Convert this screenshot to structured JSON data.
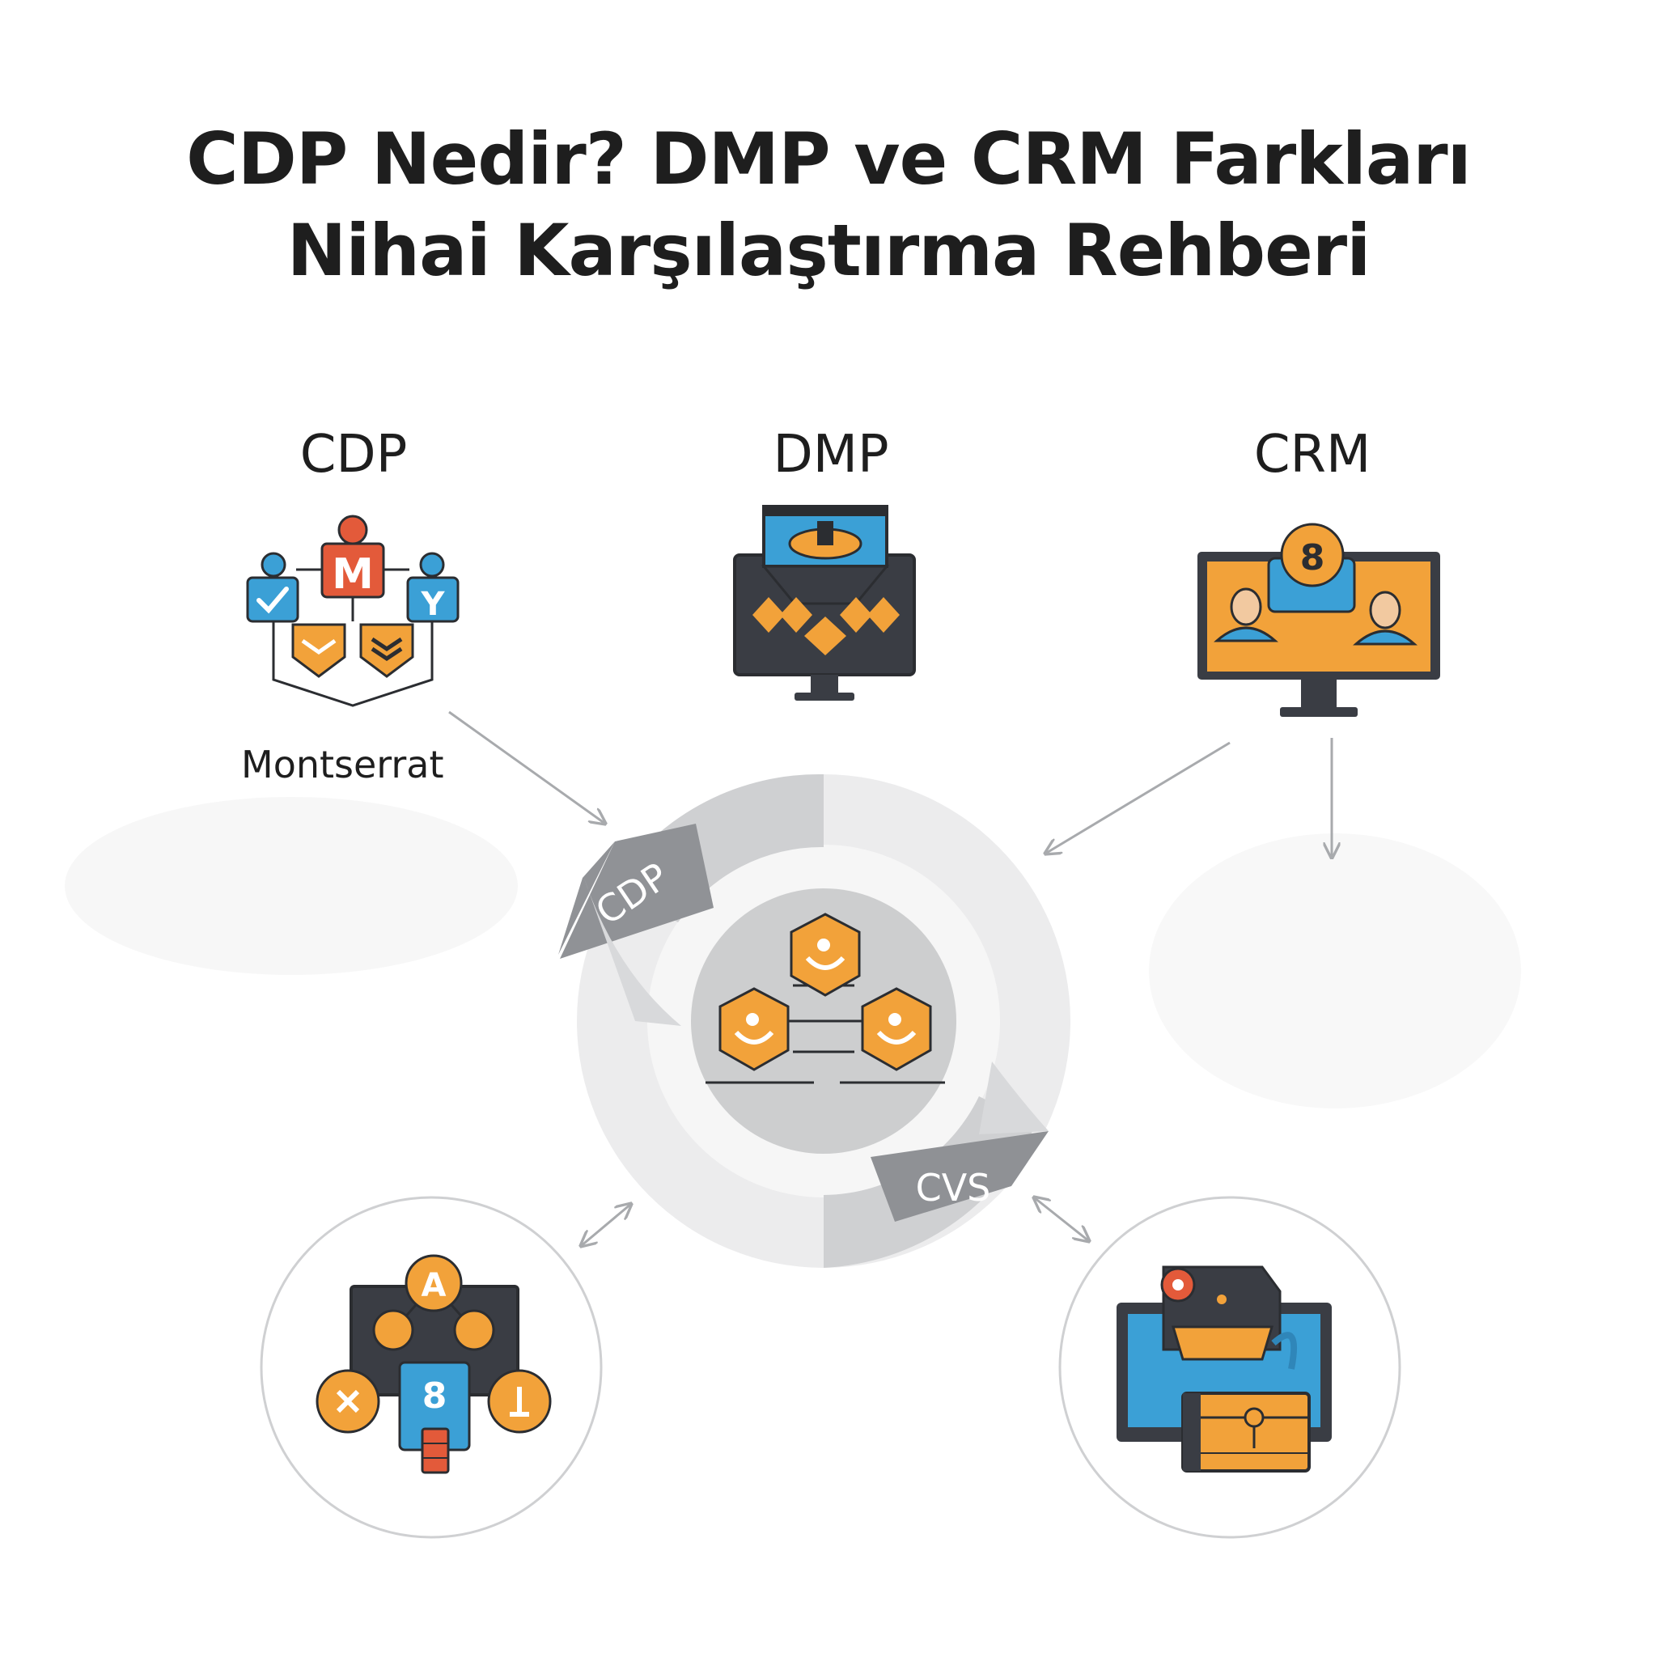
{
  "title": {
    "line1": "CDP Nedir? DMP ve CRM Farkları",
    "line2": "Nihai Karşılaştırma Rehberi"
  },
  "columns": {
    "cdp": {
      "label": "CDP",
      "caption": "Montserrat"
    },
    "dmp": {
      "label": "DMP"
    },
    "crm": {
      "label": "CRM"
    }
  },
  "cycle": {
    "segment_top": "CDP",
    "segment_bottom": "CVS"
  },
  "icon_badges": {
    "cdp_center": "M",
    "cdp_right": "Y",
    "bottom_left_top": "A",
    "bottom_left_center": "8",
    "crm_bubble": "8"
  },
  "colors": {
    "orange": "#f2a23a",
    "blue": "#3ba0d6",
    "red": "#e35a3a",
    "dark": "#3a3d44",
    "gray": "#9a9ca0",
    "light_gray": "#e9e9ea"
  }
}
